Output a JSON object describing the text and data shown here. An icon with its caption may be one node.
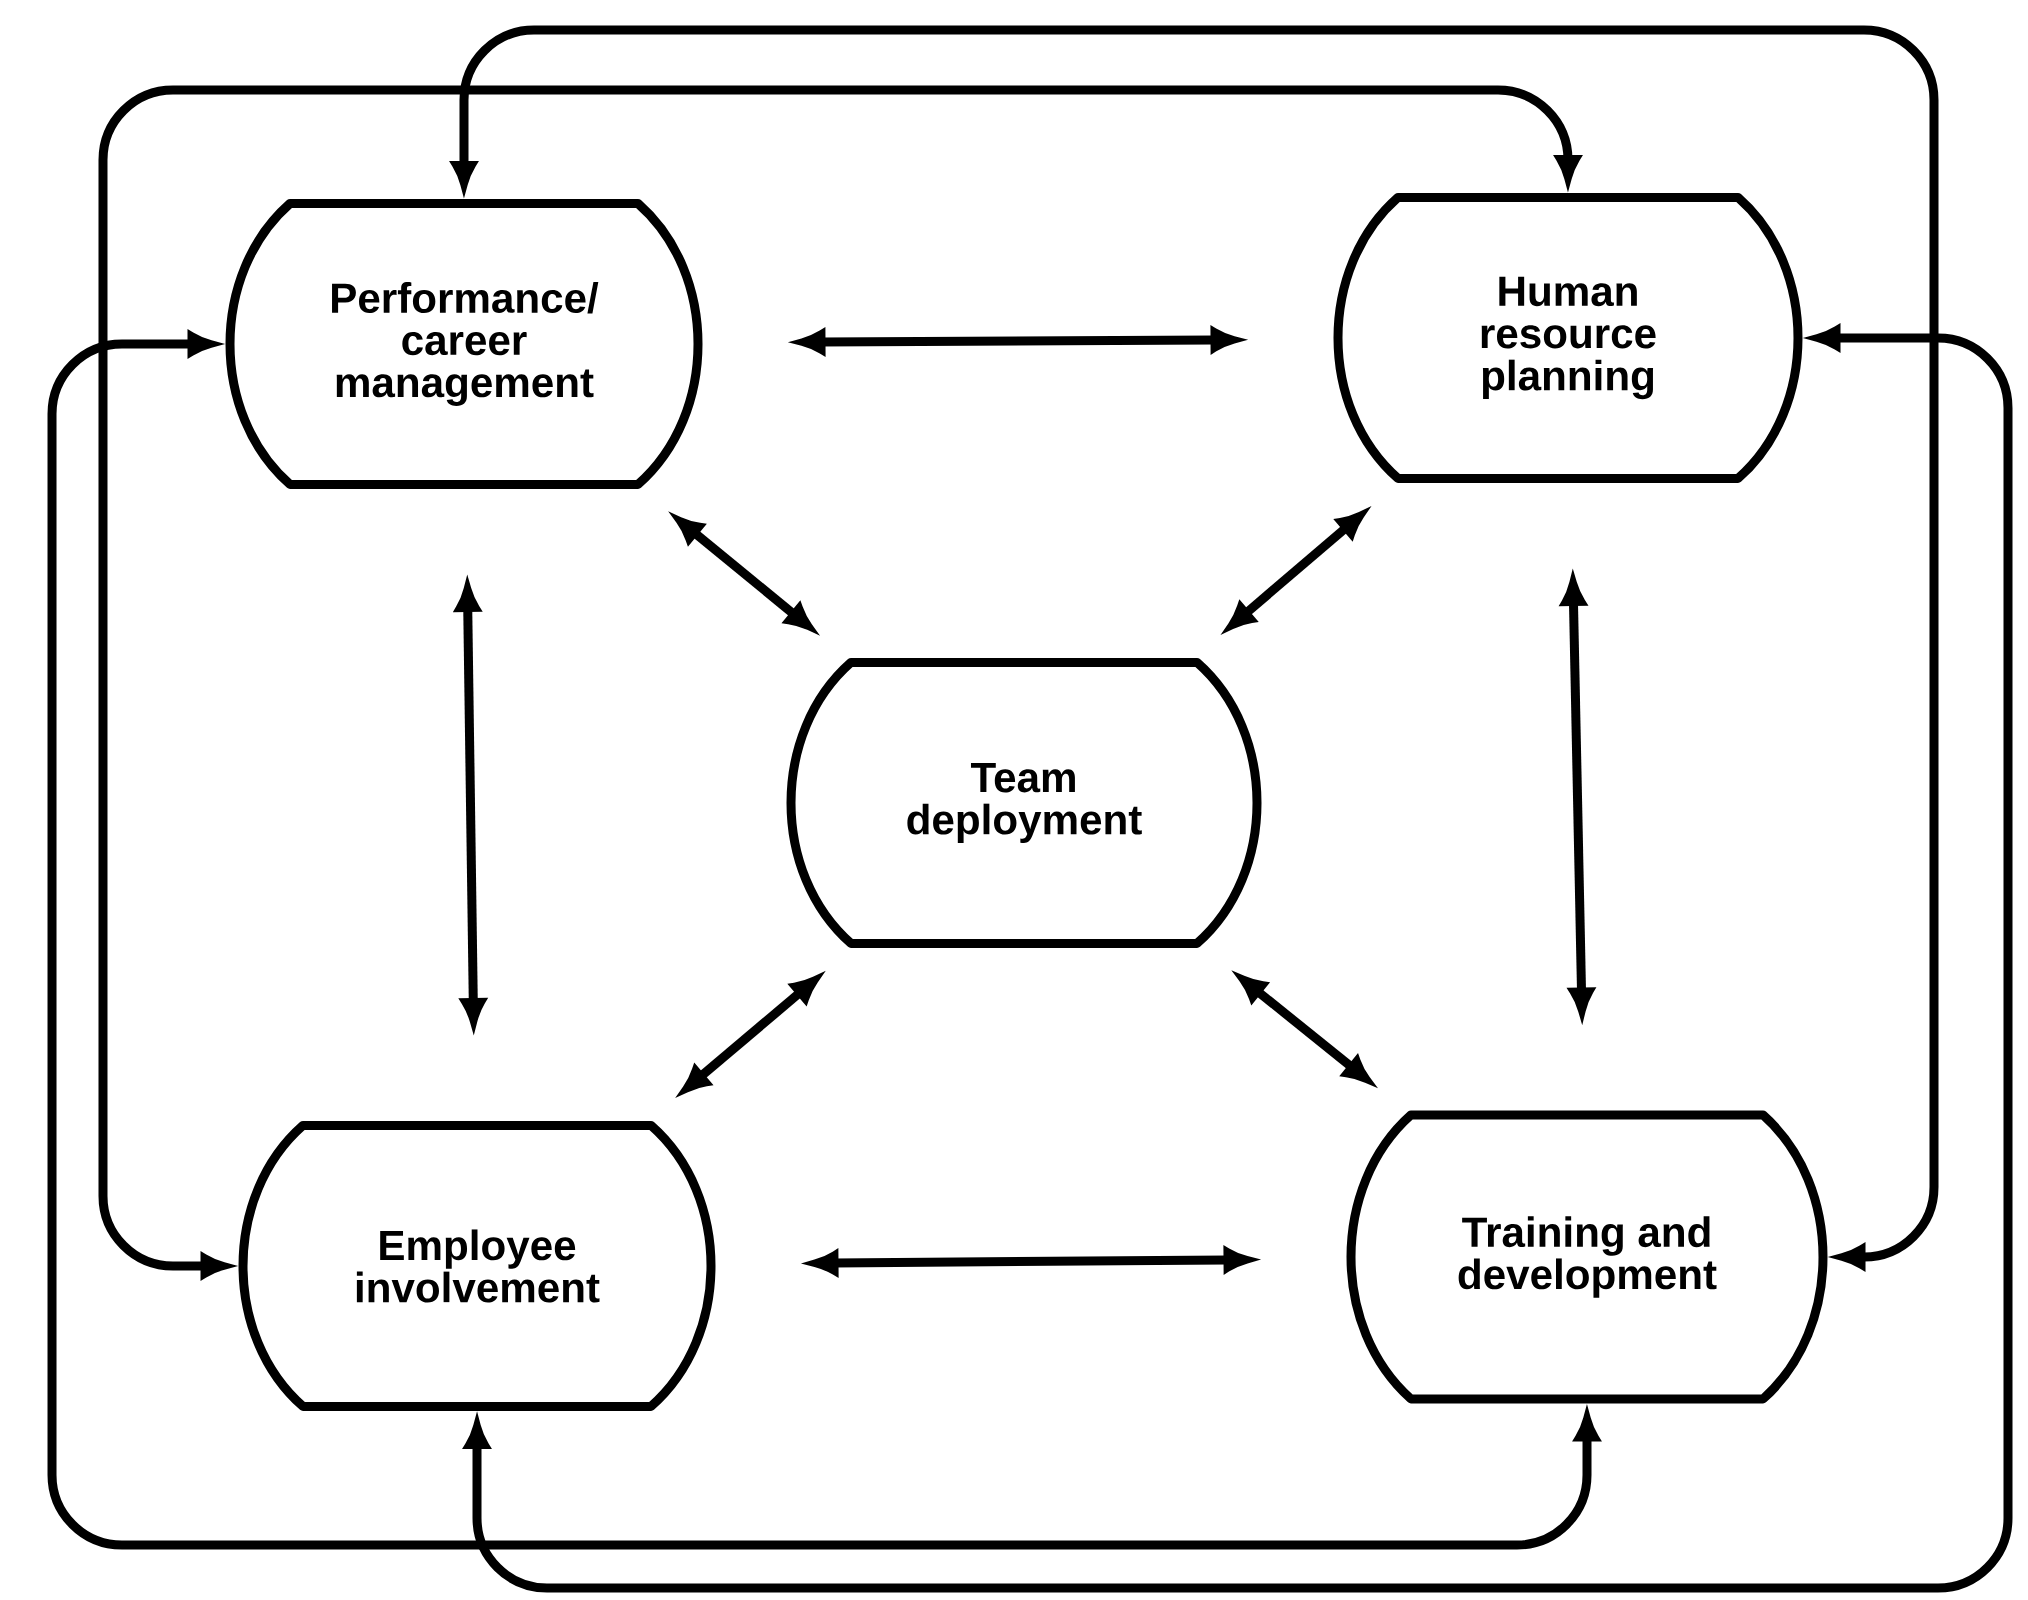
{
  "diagram": {
    "nodes": [
      {
        "text": [
          "Performance/ career management"
        ]
      },
      {
        "text": [
          "Human resource planning"
        ]
      },
      {
        "text": [
          "Team deployment"
        ]
      },
      {
        "text": [
          "Employee involvement"
        ]
      },
      {
        "text": [
          "Training and development"
        ]
      }
    ],
    "edges": [
      {
        "from": 0,
        "to": 1,
        "arrow": "both"
      },
      {
        "from": 0,
        "to": 2,
        "arrow": "both"
      },
      {
        "from": 1,
        "to": 2,
        "arrow": "both"
      },
      {
        "from": 0,
        "to": 3,
        "arrow": "both"
      },
      {
        "from": 1,
        "to": 4,
        "arrow": "both"
      },
      {
        "from": 2,
        "to": 3,
        "arrow": "both"
      },
      {
        "from": 2,
        "to": 4,
        "arrow": "both"
      },
      {
        "from": 3,
        "to": 4,
        "arrow": "both"
      },
      {
        "from": 0,
        "to": 4,
        "arrow": "both"
      },
      {
        "from": 1,
        "to": 3,
        "arrow": "both"
      },
      {
        "from": 0,
        "to": 4,
        "arrow": "both"
      },
      {
        "from": 1,
        "to": 3,
        "arrow": "both"
      }
    ]
  }
}
